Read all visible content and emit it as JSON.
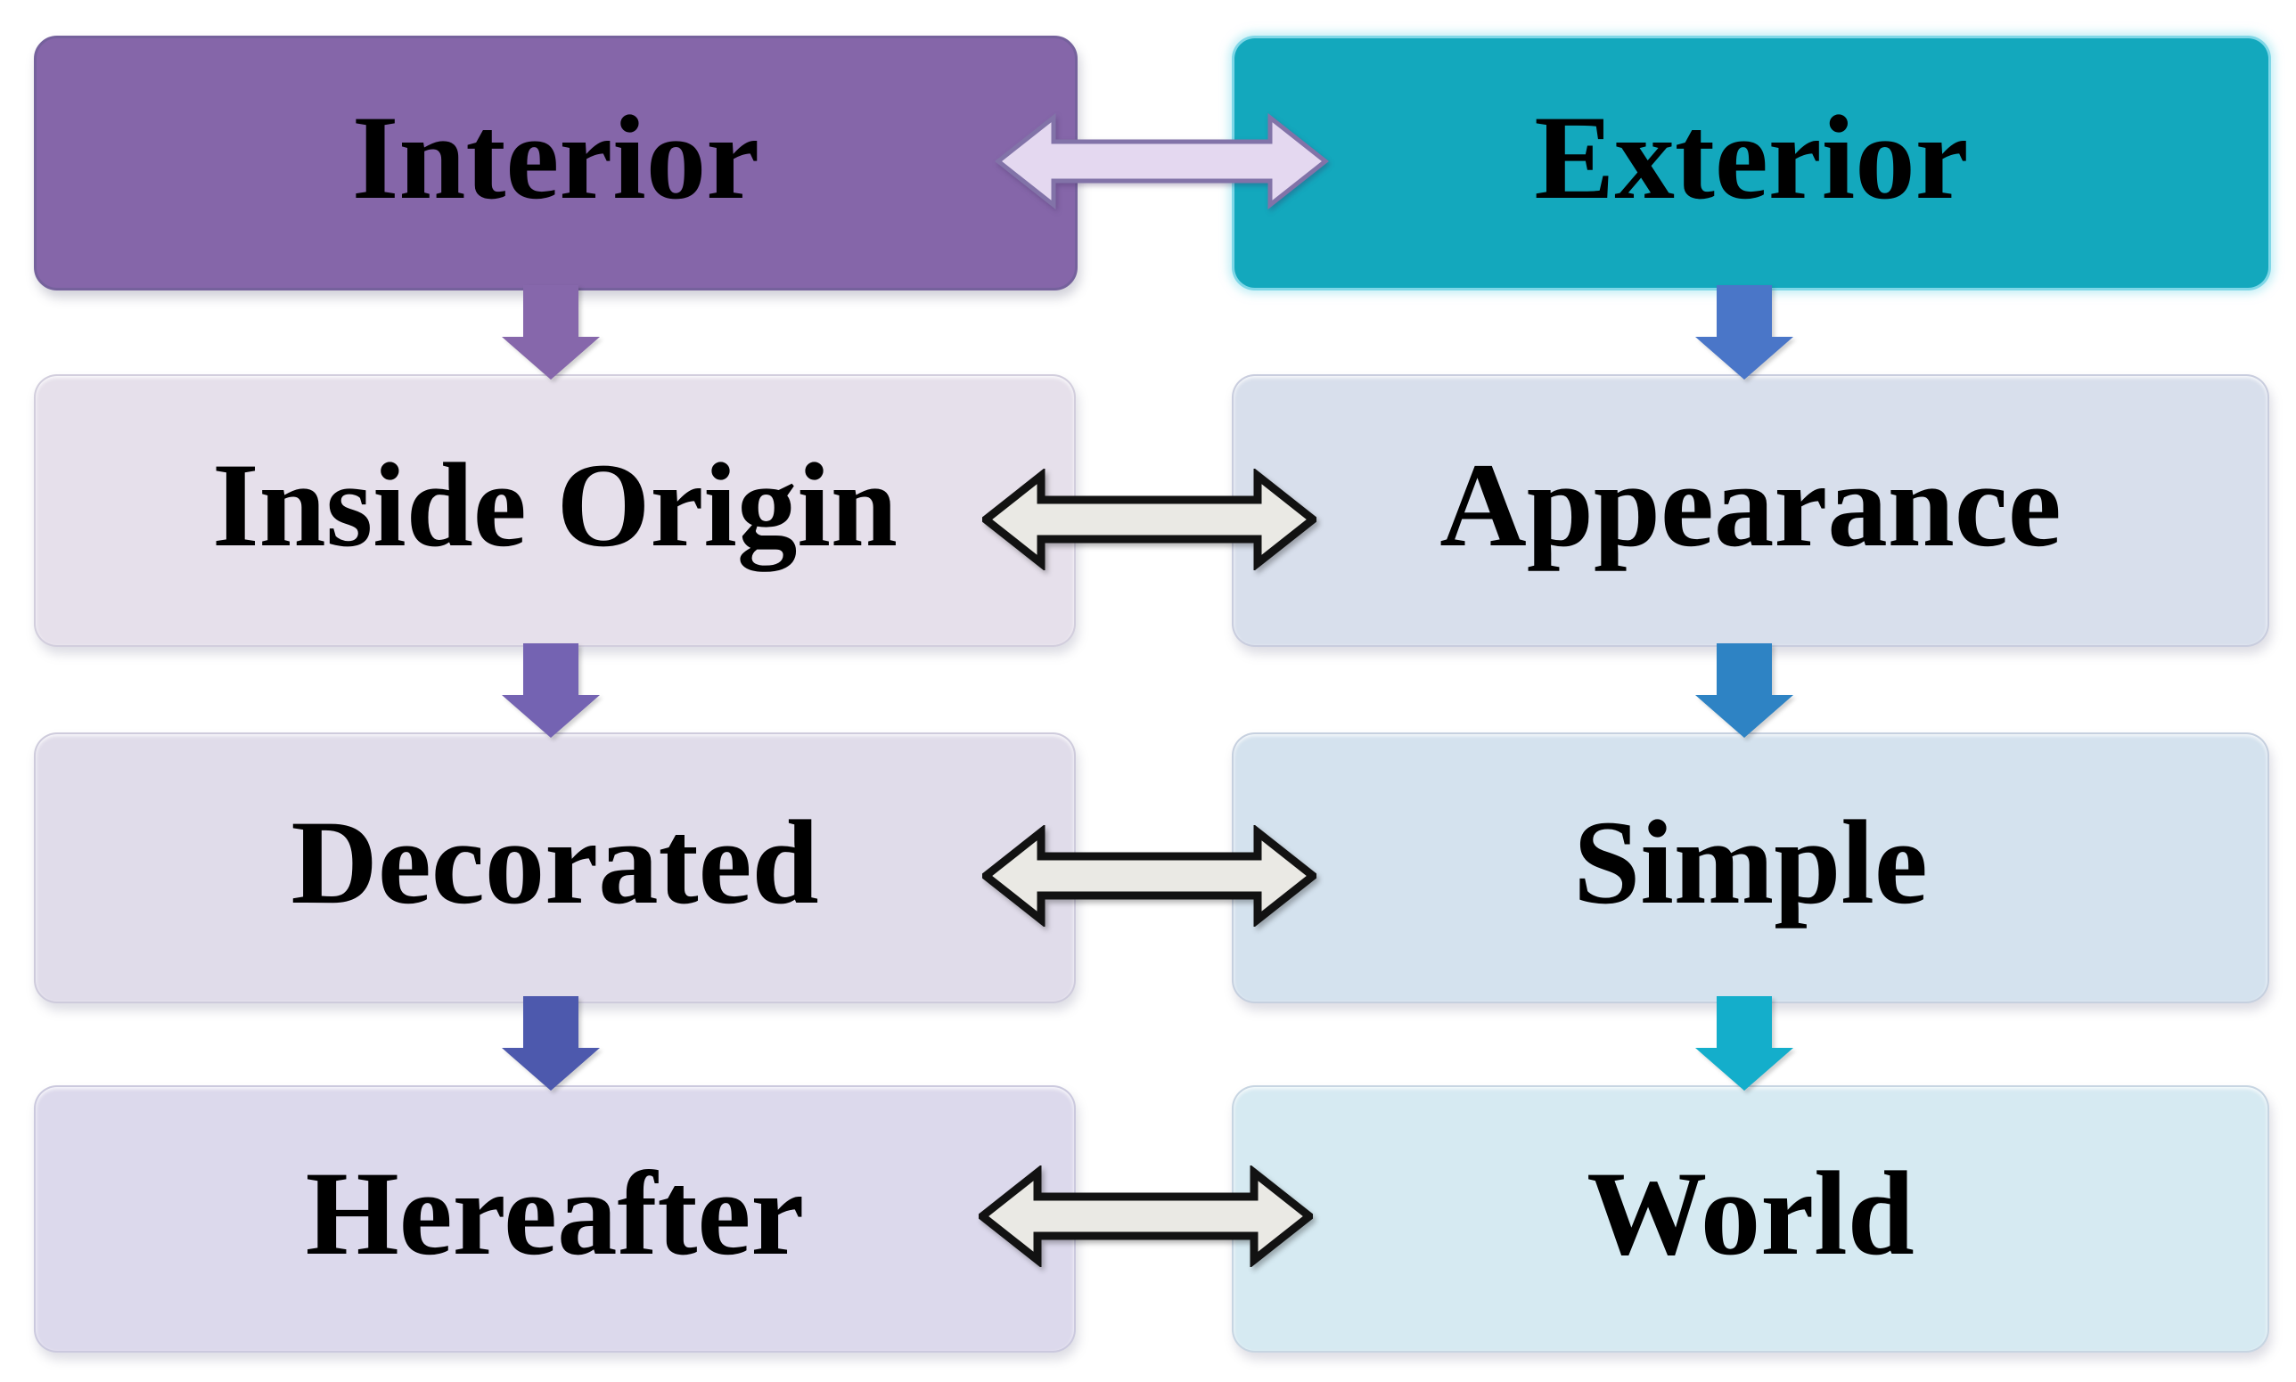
{
  "diagram": {
    "left": {
      "header": {
        "label": "Interior",
        "bg": "#8566a9",
        "border_color": "#75619c"
      },
      "rows": [
        {
          "label": "Inside Origin",
          "bg": "#e6e0eb"
        },
        {
          "label": "Decorated",
          "bg": "#e0dcea"
        },
        {
          "label": "Hereafter",
          "bg": "#dcd9ec"
        }
      ],
      "down_arrow_colors": [
        "#8667ab",
        "#7463b2",
        "#4d59ad"
      ]
    },
    "right": {
      "header": {
        "label": "Exterior",
        "bg": "#13a8bd"
      },
      "rows": [
        {
          "label": "Appearance",
          "bg": "#d8dfec"
        },
        {
          "label": "Simple",
          "bg": "#d4e2ee"
        },
        {
          "label": "World",
          "bg": "#d6eaf2"
        }
      ],
      "down_arrow_colors": [
        "#4a76c8",
        "#2e83c4",
        "#14aecb"
      ]
    },
    "double_arrows": {
      "top": {
        "fill": "#e4d8f0",
        "stroke": "#8273a8"
      },
      "silver": {
        "fill": "#eae9e4",
        "stroke": "#121212"
      }
    }
  }
}
